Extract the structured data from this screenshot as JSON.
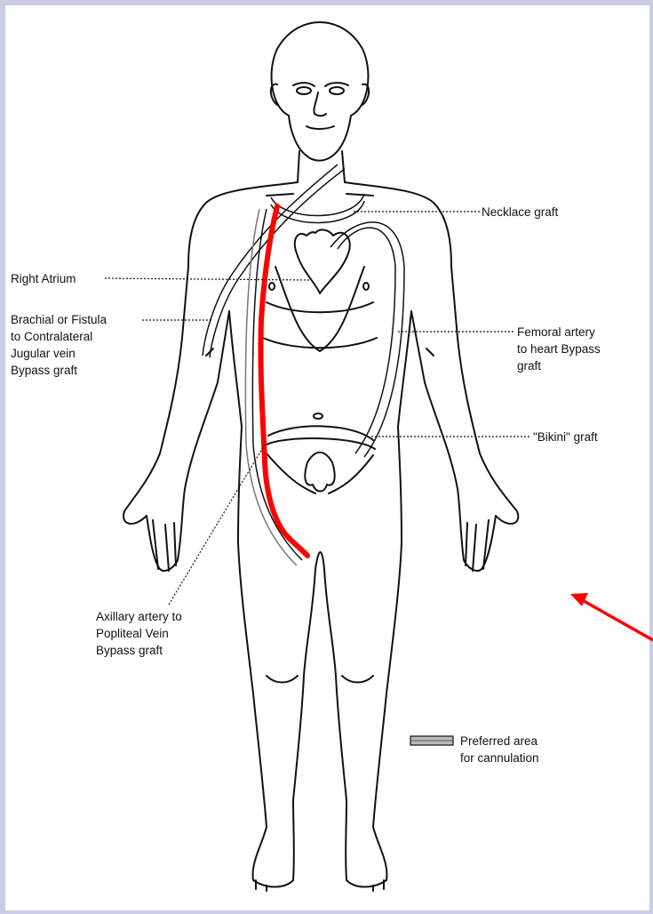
{
  "labels": {
    "necklace": "Necklace graft",
    "right_atrium": "Right Atrium",
    "brachial": "Brachial or Fistula\nto Contralateral\nJugular vein\nBypass graft",
    "femoral": "Femoral artery\nto heart Bypass\ngraft",
    "bikini": "\"Bikini\" graft",
    "axillary": "Axillary artery to\nPopliteal Vein\nBypass graft",
    "legend": "Preferred area\nfor cannulation"
  },
  "colors": {
    "highlight": "#ff0000",
    "outline": "#111111",
    "background": "#c9cbe6"
  }
}
